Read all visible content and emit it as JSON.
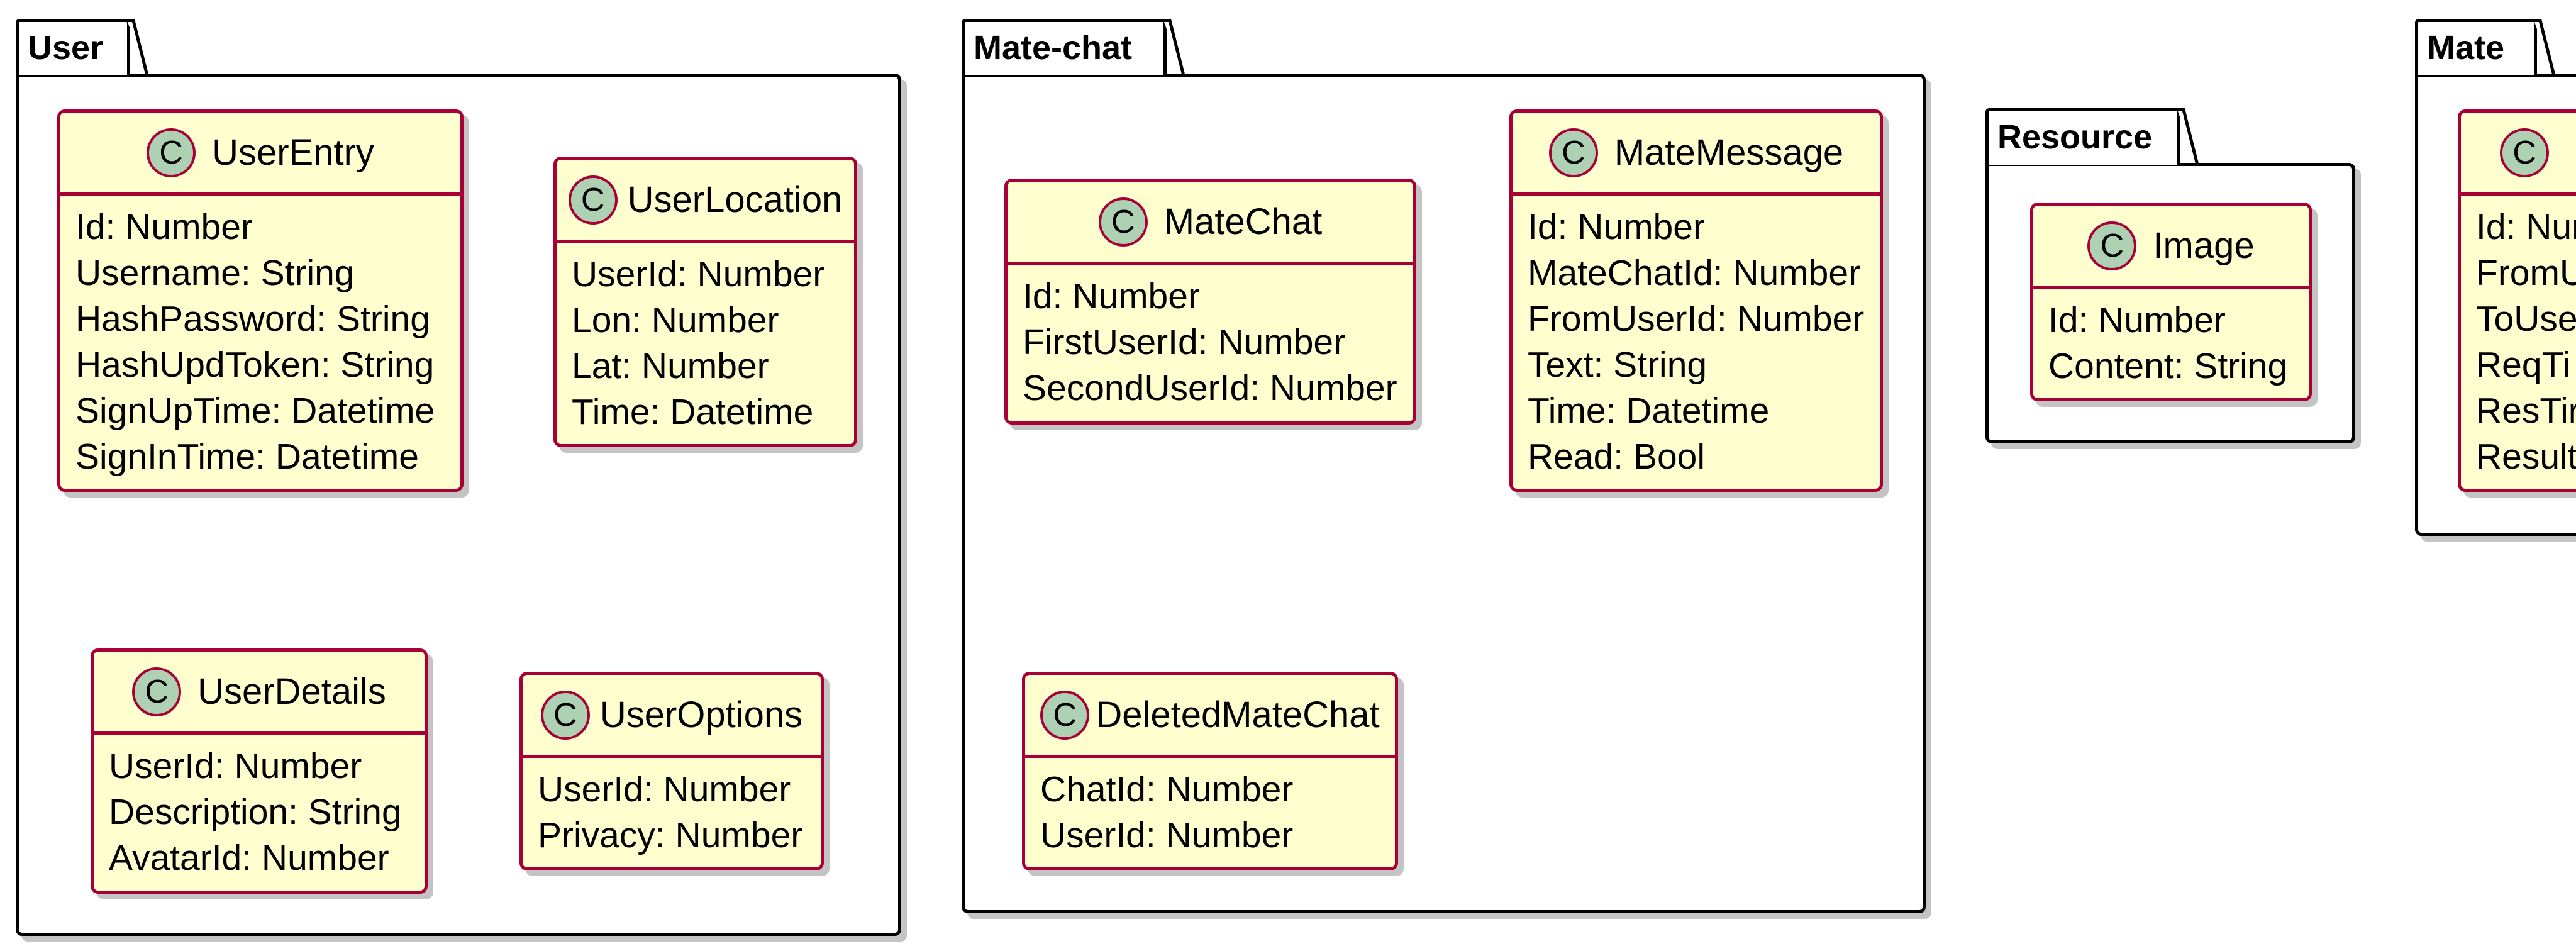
{
  "packages": [
    {
      "name": "User",
      "classes": [
        {
          "name": "UserEntry",
          "icon": "C",
          "attributes": [
            "Id: Number",
            "Username: String",
            "HashPassword: String",
            "HashUpdToken: String",
            "SignUpTime: Datetime",
            "SignInTime: Datetime"
          ]
        },
        {
          "name": "UserLocation",
          "icon": "C",
          "attributes": [
            "UserId: Number",
            "Lon: Number",
            "Lat: Number",
            "Time: Datetime"
          ]
        },
        {
          "name": "UserDetails",
          "icon": "C",
          "attributes": [
            "UserId: Number",
            "Description: String",
            "AvatarId: Number"
          ]
        },
        {
          "name": "UserOptions",
          "icon": "C",
          "attributes": [
            "UserId: Number",
            "Privacy: Number"
          ]
        }
      ]
    },
    {
      "name": "Mate-chat",
      "classes": [
        {
          "name": "MateChat",
          "icon": "C",
          "attributes": [
            "Id: Number",
            "FirstUserId: Number",
            "SecondUserId: Number"
          ]
        },
        {
          "name": "MateMessage",
          "icon": "C",
          "attributes": [
            "Id: Number",
            "MateChatId: Number",
            "FromUserId: Number",
            "Text: String",
            "Time: Datetime",
            "Read: Bool"
          ]
        },
        {
          "name": "DeletedMateChat",
          "icon": "C",
          "attributes": [
            "ChatId: Number",
            "UserId: Number"
          ]
        }
      ]
    },
    {
      "name": "Resource",
      "classes": [
        {
          "name": "Image",
          "icon": "C",
          "attributes": [
            "Id: Number",
            "Content: String"
          ]
        }
      ]
    },
    {
      "name": "Mate",
      "classes": [
        {
          "name": "",
          "icon": "C",
          "attributes": [
            "Id: Nur",
            "FromU",
            "ToUse",
            "ReqTi",
            "ResTir",
            "Result"
          ]
        }
      ]
    }
  ],
  "colors": {
    "class_fill": "#fefece",
    "class_border": "#a80036",
    "icon_fill": "#add1b2",
    "shadow": "#c4c4c4"
  }
}
